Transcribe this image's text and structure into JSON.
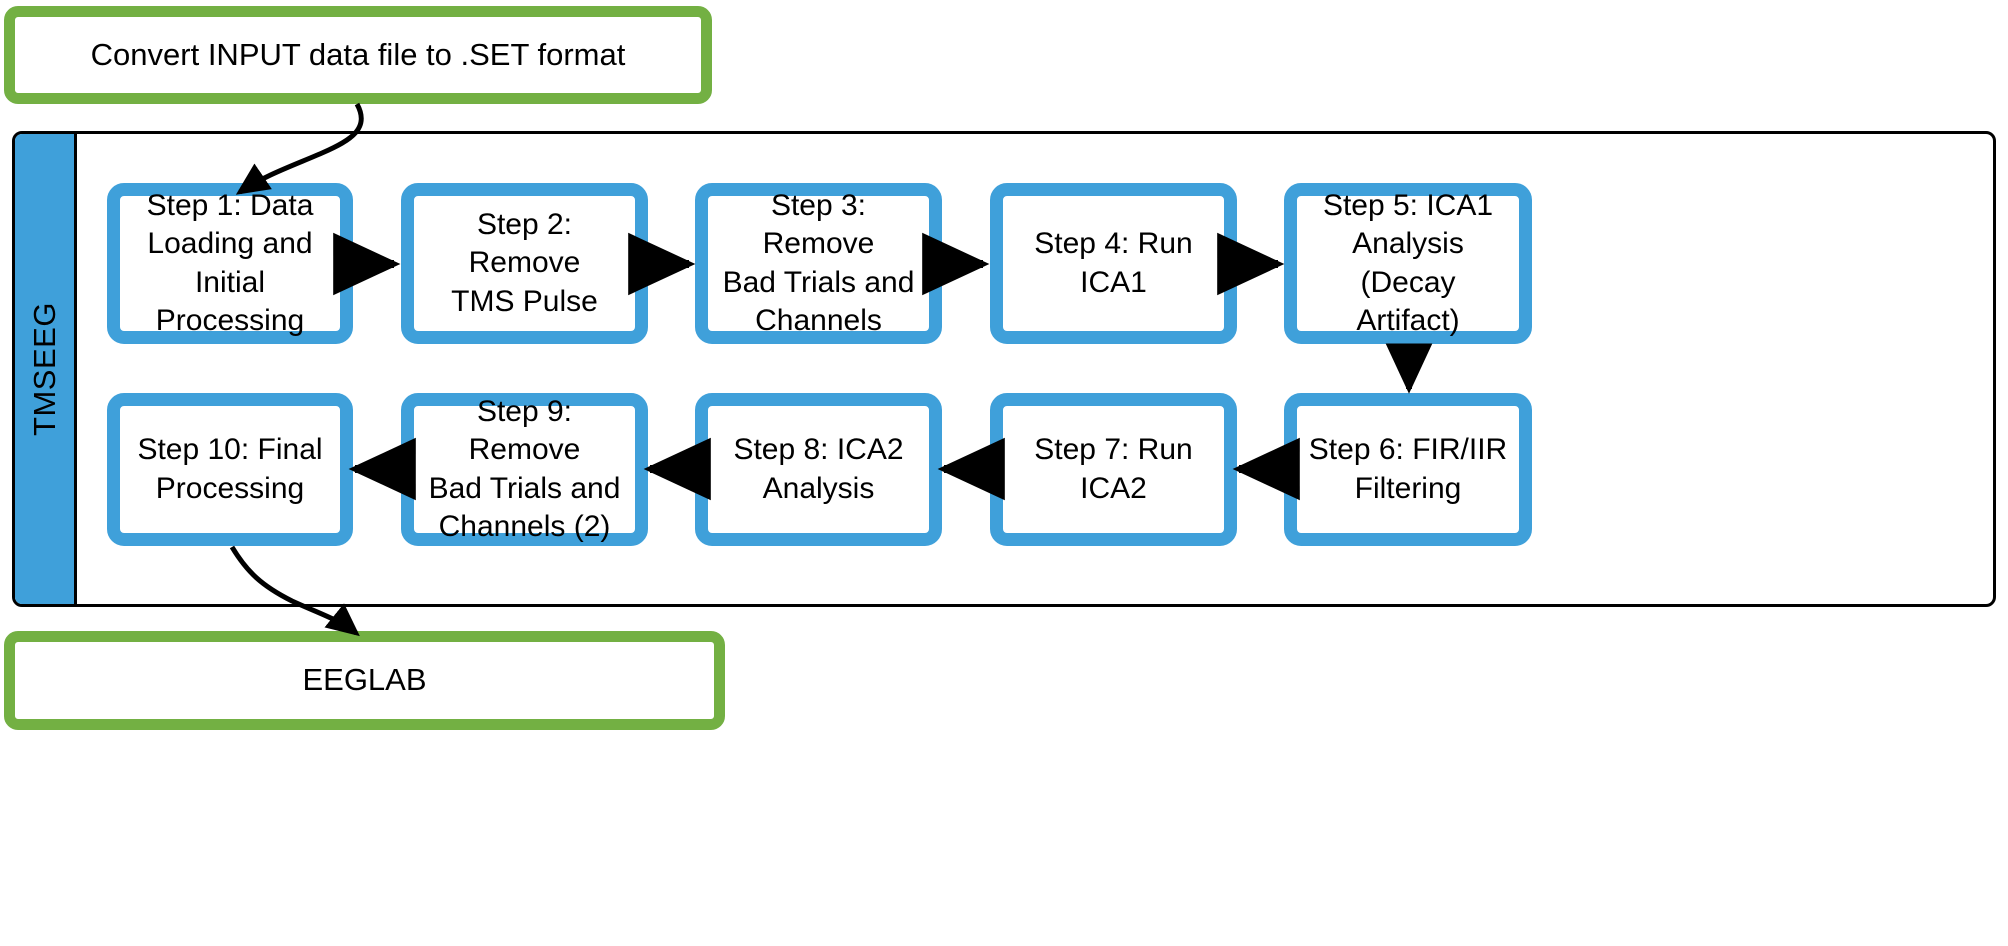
{
  "diagram": {
    "title": "TMSEEG processing pipeline",
    "colors": {
      "blue": "#3fa0da",
      "green": "#73b043",
      "black": "#000000",
      "white": "#ffffff"
    }
  },
  "input_box": {
    "label": "Convert INPUT data file to .SET format"
  },
  "output_box": {
    "label": "EEGLAB"
  },
  "container": {
    "label": "TMSEEG"
  },
  "steps": [
    {
      "id": "step1",
      "label": "Step 1: Data\nLoading and Initial\nProcessing"
    },
    {
      "id": "step2",
      "label": "Step 2: Remove\nTMS Pulse"
    },
    {
      "id": "step3",
      "label": "Step 3: Remove\nBad Trials and\nChannels"
    },
    {
      "id": "step4",
      "label": "Step 4: Run ICA1"
    },
    {
      "id": "step5",
      "label": "Step 5: ICA1\nAnalysis (Decay\nArtifact)"
    },
    {
      "id": "step6",
      "label": "Step 6: FIR/IIR\nFiltering"
    },
    {
      "id": "step7",
      "label": "Step 7: Run ICA2"
    },
    {
      "id": "step8",
      "label": "Step 8: ICA2\nAnalysis"
    },
    {
      "id": "step9",
      "label": "Step 9: Remove\nBad Trials and\nChannels (2)"
    },
    {
      "id": "step10",
      "label": "Step 10: Final\nProcessing"
    }
  ],
  "connections": [
    {
      "from": "input_box",
      "to": "step1",
      "style": "curved"
    },
    {
      "from": "step1",
      "to": "step2",
      "style": "straight-right"
    },
    {
      "from": "step2",
      "to": "step3",
      "style": "straight-right"
    },
    {
      "from": "step3",
      "to": "step4",
      "style": "straight-right"
    },
    {
      "from": "step4",
      "to": "step5",
      "style": "straight-right"
    },
    {
      "from": "step5",
      "to": "step6",
      "style": "straight-down"
    },
    {
      "from": "step6",
      "to": "step7",
      "style": "straight-left"
    },
    {
      "from": "step7",
      "to": "step8",
      "style": "straight-left"
    },
    {
      "from": "step8",
      "to": "step9",
      "style": "straight-left"
    },
    {
      "from": "step9",
      "to": "step10",
      "style": "straight-left"
    },
    {
      "from": "step10",
      "to": "output_box",
      "style": "curved"
    }
  ]
}
